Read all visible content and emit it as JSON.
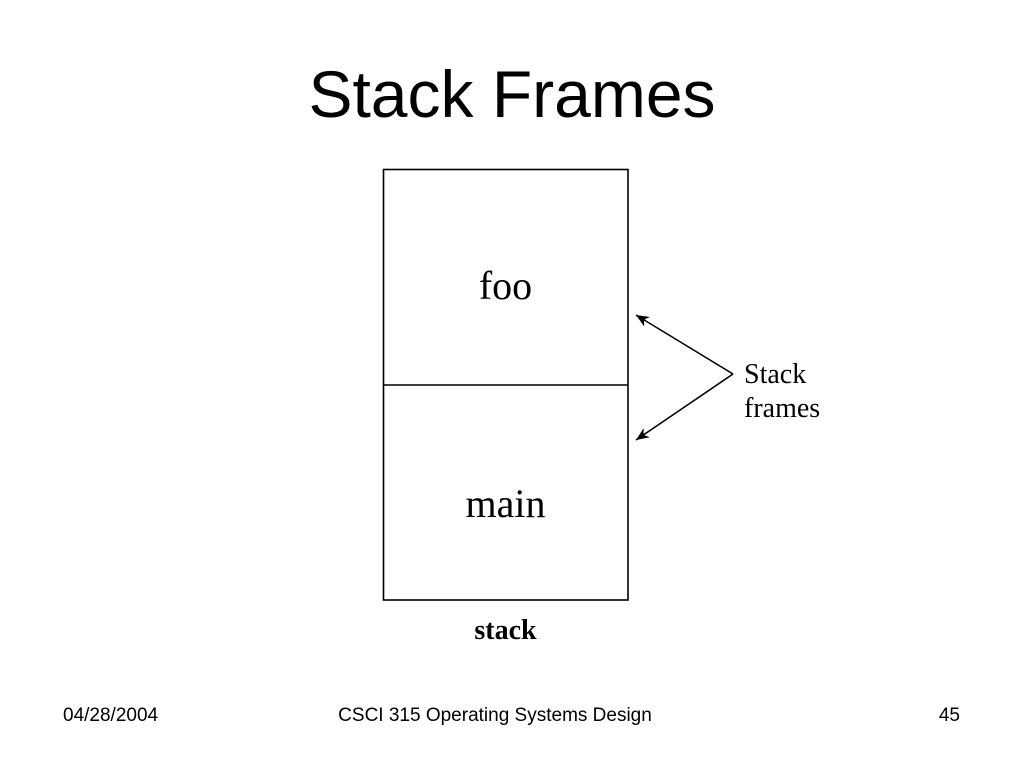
{
  "slide": {
    "title": "Stack Frames",
    "diagram": {
      "frames": [
        {
          "label": "foo"
        },
        {
          "label": "main"
        }
      ],
      "stack_label": "stack",
      "callout": "Stack\nframes"
    },
    "footer": {
      "date": "04/28/2004",
      "course": "CSCI 315 Operating Systems Design",
      "page_number": "45"
    },
    "colors": {
      "background": "#ffffff",
      "ink": "#000000"
    }
  }
}
